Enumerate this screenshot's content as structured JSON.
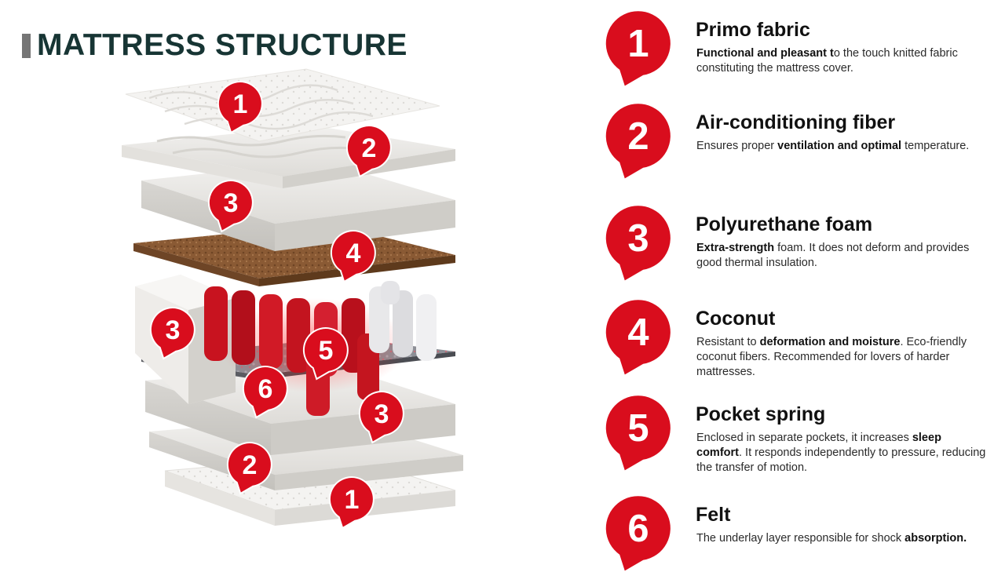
{
  "title": "MATTRESS STRUCTURE",
  "colors": {
    "pin_red": "#d90d1d",
    "title_dark": "#173534",
    "title_bar": "#757575"
  },
  "illustration_markers": [
    "1",
    "2",
    "3",
    "4",
    "3",
    "5",
    "6",
    "3",
    "2",
    "1"
  ],
  "layers": [
    {
      "number": "1",
      "title": "Primo fabric",
      "desc": [
        {
          "b": "Functional and pleasant t"
        },
        {
          "t": "o the touch knitted fabric constituting the mattress cover."
        }
      ]
    },
    {
      "number": "2",
      "title": "Air-conditioning fiber",
      "desc": [
        {
          "t": "Ensures proper "
        },
        {
          "b": "ventilation and optimal"
        },
        {
          "t": " temperature."
        }
      ]
    },
    {
      "number": "3",
      "title": "Polyurethane foam",
      "desc": [
        {
          "b": "Extra-strength"
        },
        {
          "t": " foam. It does not deform and provides good thermal insulation."
        }
      ]
    },
    {
      "number": "4",
      "title": "Coconut",
      "desc": [
        {
          "t": "Resistant to "
        },
        {
          "b": "deformation and moisture"
        },
        {
          "t": ". Eco-friendly coconut fibers. Recommended for lovers of harder mattresses."
        }
      ]
    },
    {
      "number": "5",
      "title": "Pocket spring",
      "desc": [
        {
          "t": "Enclosed in separate pockets, it increases "
        },
        {
          "b": "sleep comfort"
        },
        {
          "t": ". It responds independently to pressure, reducing the transfer of motion."
        }
      ]
    },
    {
      "number": "6",
      "title": "Felt",
      "desc": [
        {
          "t": "The underlay layer responsible for shock "
        },
        {
          "b": "absorption."
        }
      ]
    }
  ]
}
